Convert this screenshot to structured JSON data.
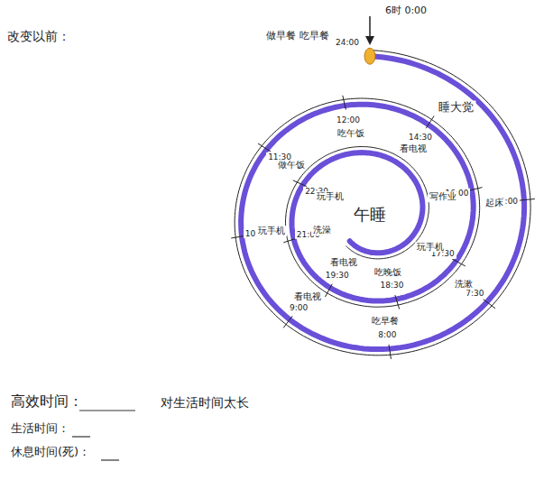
{
  "diagram": {
    "title": "改变以前：",
    "labels": [
      "6时 0:00",
      "24:00",
      "做早餐 吃早餐",
      "睡大觉",
      "7:00",
      "起床",
      "7:30",
      "洗漱",
      "8:00",
      "吃早餐",
      "9:00",
      "看电视",
      "10:30",
      "玩手机",
      "11:30",
      "做午饭",
      "12:00",
      "吃午饭",
      "14:30",
      "看电视",
      "16:00",
      "写作业",
      "17:30",
      "玩手机",
      "18:30",
      "吃晚饭",
      "19:30",
      "看电视",
      "21:00",
      "洗澡",
      "22:30",
      "玩手机",
      "午睡",
      "高效时间：",
      "对生活时间太长",
      "生活时间：",
      "休息时间(死)："
    ]
  }
}
